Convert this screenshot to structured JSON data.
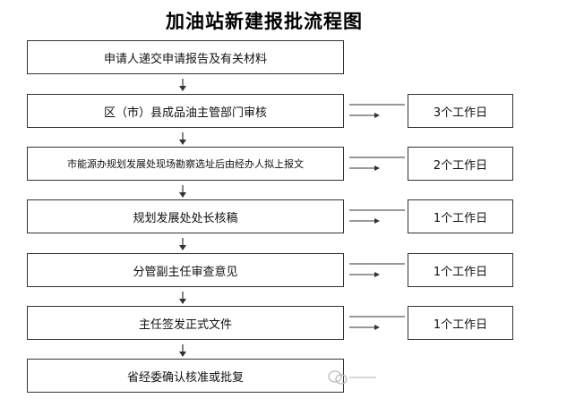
{
  "title": "加油站新建报批流程图",
  "steps": [
    {
      "label": "申请人递交申请报告及有关材料"
    },
    {
      "label": "区（市）县成品油主管部门审核",
      "duration": "3个工作日"
    },
    {
      "label": "市能源办规划发展处现场勘察选址后由经办人拟上报文",
      "duration": "2个工作日"
    },
    {
      "label": "规划发展处处长核稿",
      "duration": "1个工作日"
    },
    {
      "label": "分管副主任审查意见",
      "duration": "1个工作日"
    },
    {
      "label": "主任签发正式文件",
      "duration": "1个工作日"
    },
    {
      "label": "省经委确认核准或批复"
    }
  ],
  "colors": {
    "border": "#333333",
    "text": "#111111",
    "watermark": "#b8b8b8"
  },
  "icons": [
    "arrow-down-icon",
    "arrow-right-icon",
    "wechat-watermark-icon"
  ]
}
